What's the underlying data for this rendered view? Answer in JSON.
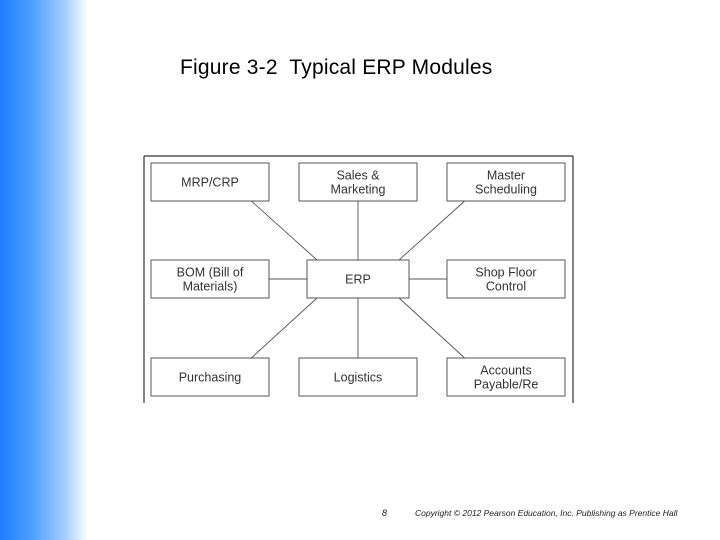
{
  "slide": {
    "title": "Figure 3-2  Typical ERP Modules",
    "page_number": "8",
    "copyright": "Copyright © 2012 Pearson Education, Inc. Publishing as Prentice Hall"
  },
  "diagram": {
    "center": {
      "id": "erp",
      "lines": [
        "ERP"
      ]
    },
    "modules": [
      {
        "id": "mrp-crp",
        "lines": [
          "MRP/CRP"
        ]
      },
      {
        "id": "sales-marketing",
        "lines": [
          "Sales &",
          "Marketing"
        ]
      },
      {
        "id": "master-scheduling",
        "lines": [
          "Master",
          "Scheduling"
        ]
      },
      {
        "id": "bom",
        "lines": [
          "BOM (Bill of",
          "Materials)"
        ]
      },
      {
        "id": "shop-floor-control",
        "lines": [
          "Shop Floor",
          "Control"
        ]
      },
      {
        "id": "purchasing",
        "lines": [
          "Purchasing"
        ]
      },
      {
        "id": "logistics",
        "lines": [
          "Logistics"
        ]
      },
      {
        "id": "accounts",
        "lines": [
          "Accounts",
          "Payable/Re"
        ]
      }
    ],
    "colors": {
      "box_border": "#555555",
      "box_fill": "#ffffff",
      "connector": "#555555",
      "frame": "#333333"
    }
  }
}
